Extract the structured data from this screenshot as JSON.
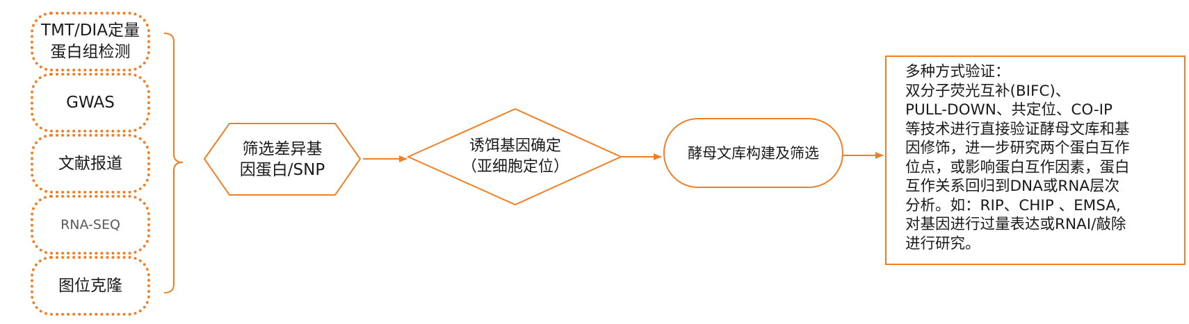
{
  "sources": [
    {
      "lines": [
        "TMT/DIA定量",
        "蛋白组检测"
      ]
    },
    {
      "lines": [
        "GWAS"
      ]
    },
    {
      "lines": [
        "文献报道"
      ]
    },
    {
      "lines": [
        "RNA-SEQ"
      ]
    },
    {
      "lines": [
        "图位克隆"
      ]
    }
  ],
  "steps": {
    "screen": {
      "lines": [
        "筛选差异基",
        "因蛋白/SNP"
      ]
    },
    "bait": {
      "lines": [
        "诱饵基因确定",
        "（亚细胞定位）"
      ]
    },
    "library": {
      "lines": [
        "酵母文库构建及筛选"
      ]
    }
  },
  "result": {
    "lines": [
      "多种方式验证：",
      "双分子荧光互补(BIFC)、",
      "PULL-DOWN、共定位、CO-IP",
      "等技术进行直接验证酵母文库和基",
      "因修饰，进一步研究两个蛋白互作",
      "位点，或影响蛋白互作因素，蛋白",
      "互作关系回归到DNA或RNA层次",
      "分析。如：RIP、CHIP 、EMSA,",
      "对基因进行过量表达或RNAI/敲除",
      "进行研究。"
    ]
  },
  "colors": {
    "accent": "#f07f23",
    "text": "#1a1a1a",
    "muted": "#595959"
  }
}
